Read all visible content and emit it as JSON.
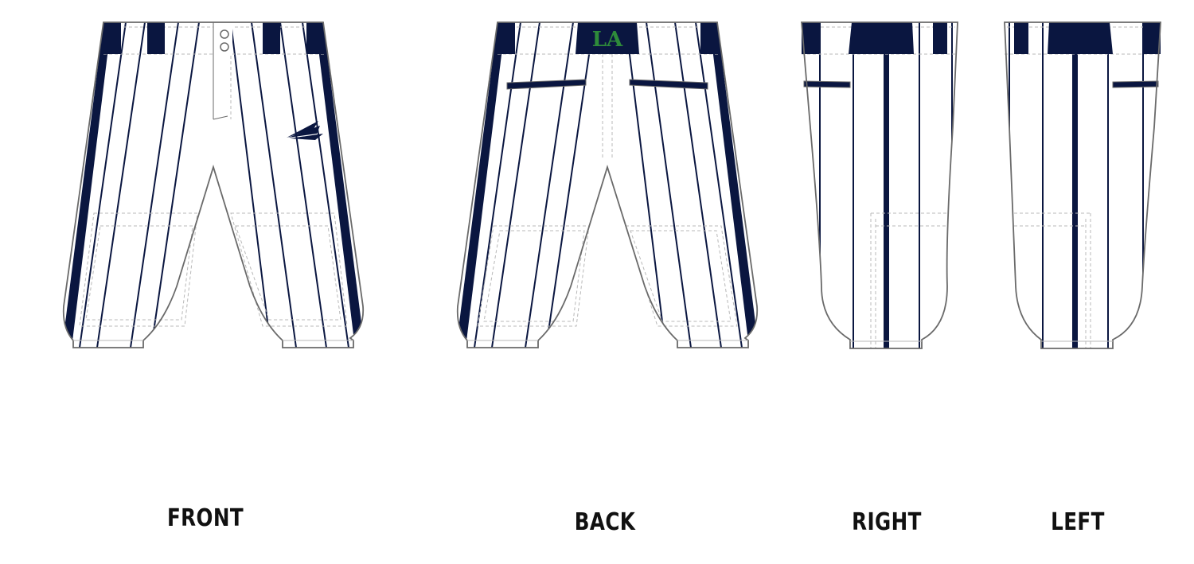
{
  "views": {
    "front": "FRONT",
    "back": "BACK",
    "right": "RIGHT",
    "left": "LEFT"
  },
  "team_logo_text": "LA",
  "colors": {
    "pant_body": "#ffffff",
    "pinstripe": "#0a1640",
    "belt_tab": "#0a1640",
    "outline": "#6a6a6a",
    "stitch": "#b8b8b8",
    "team_logo": "#2e8b3a"
  },
  "icons": {
    "front_brand_mark": "triple-chevron-brand-icon",
    "fly_buttons": "button-icon"
  }
}
